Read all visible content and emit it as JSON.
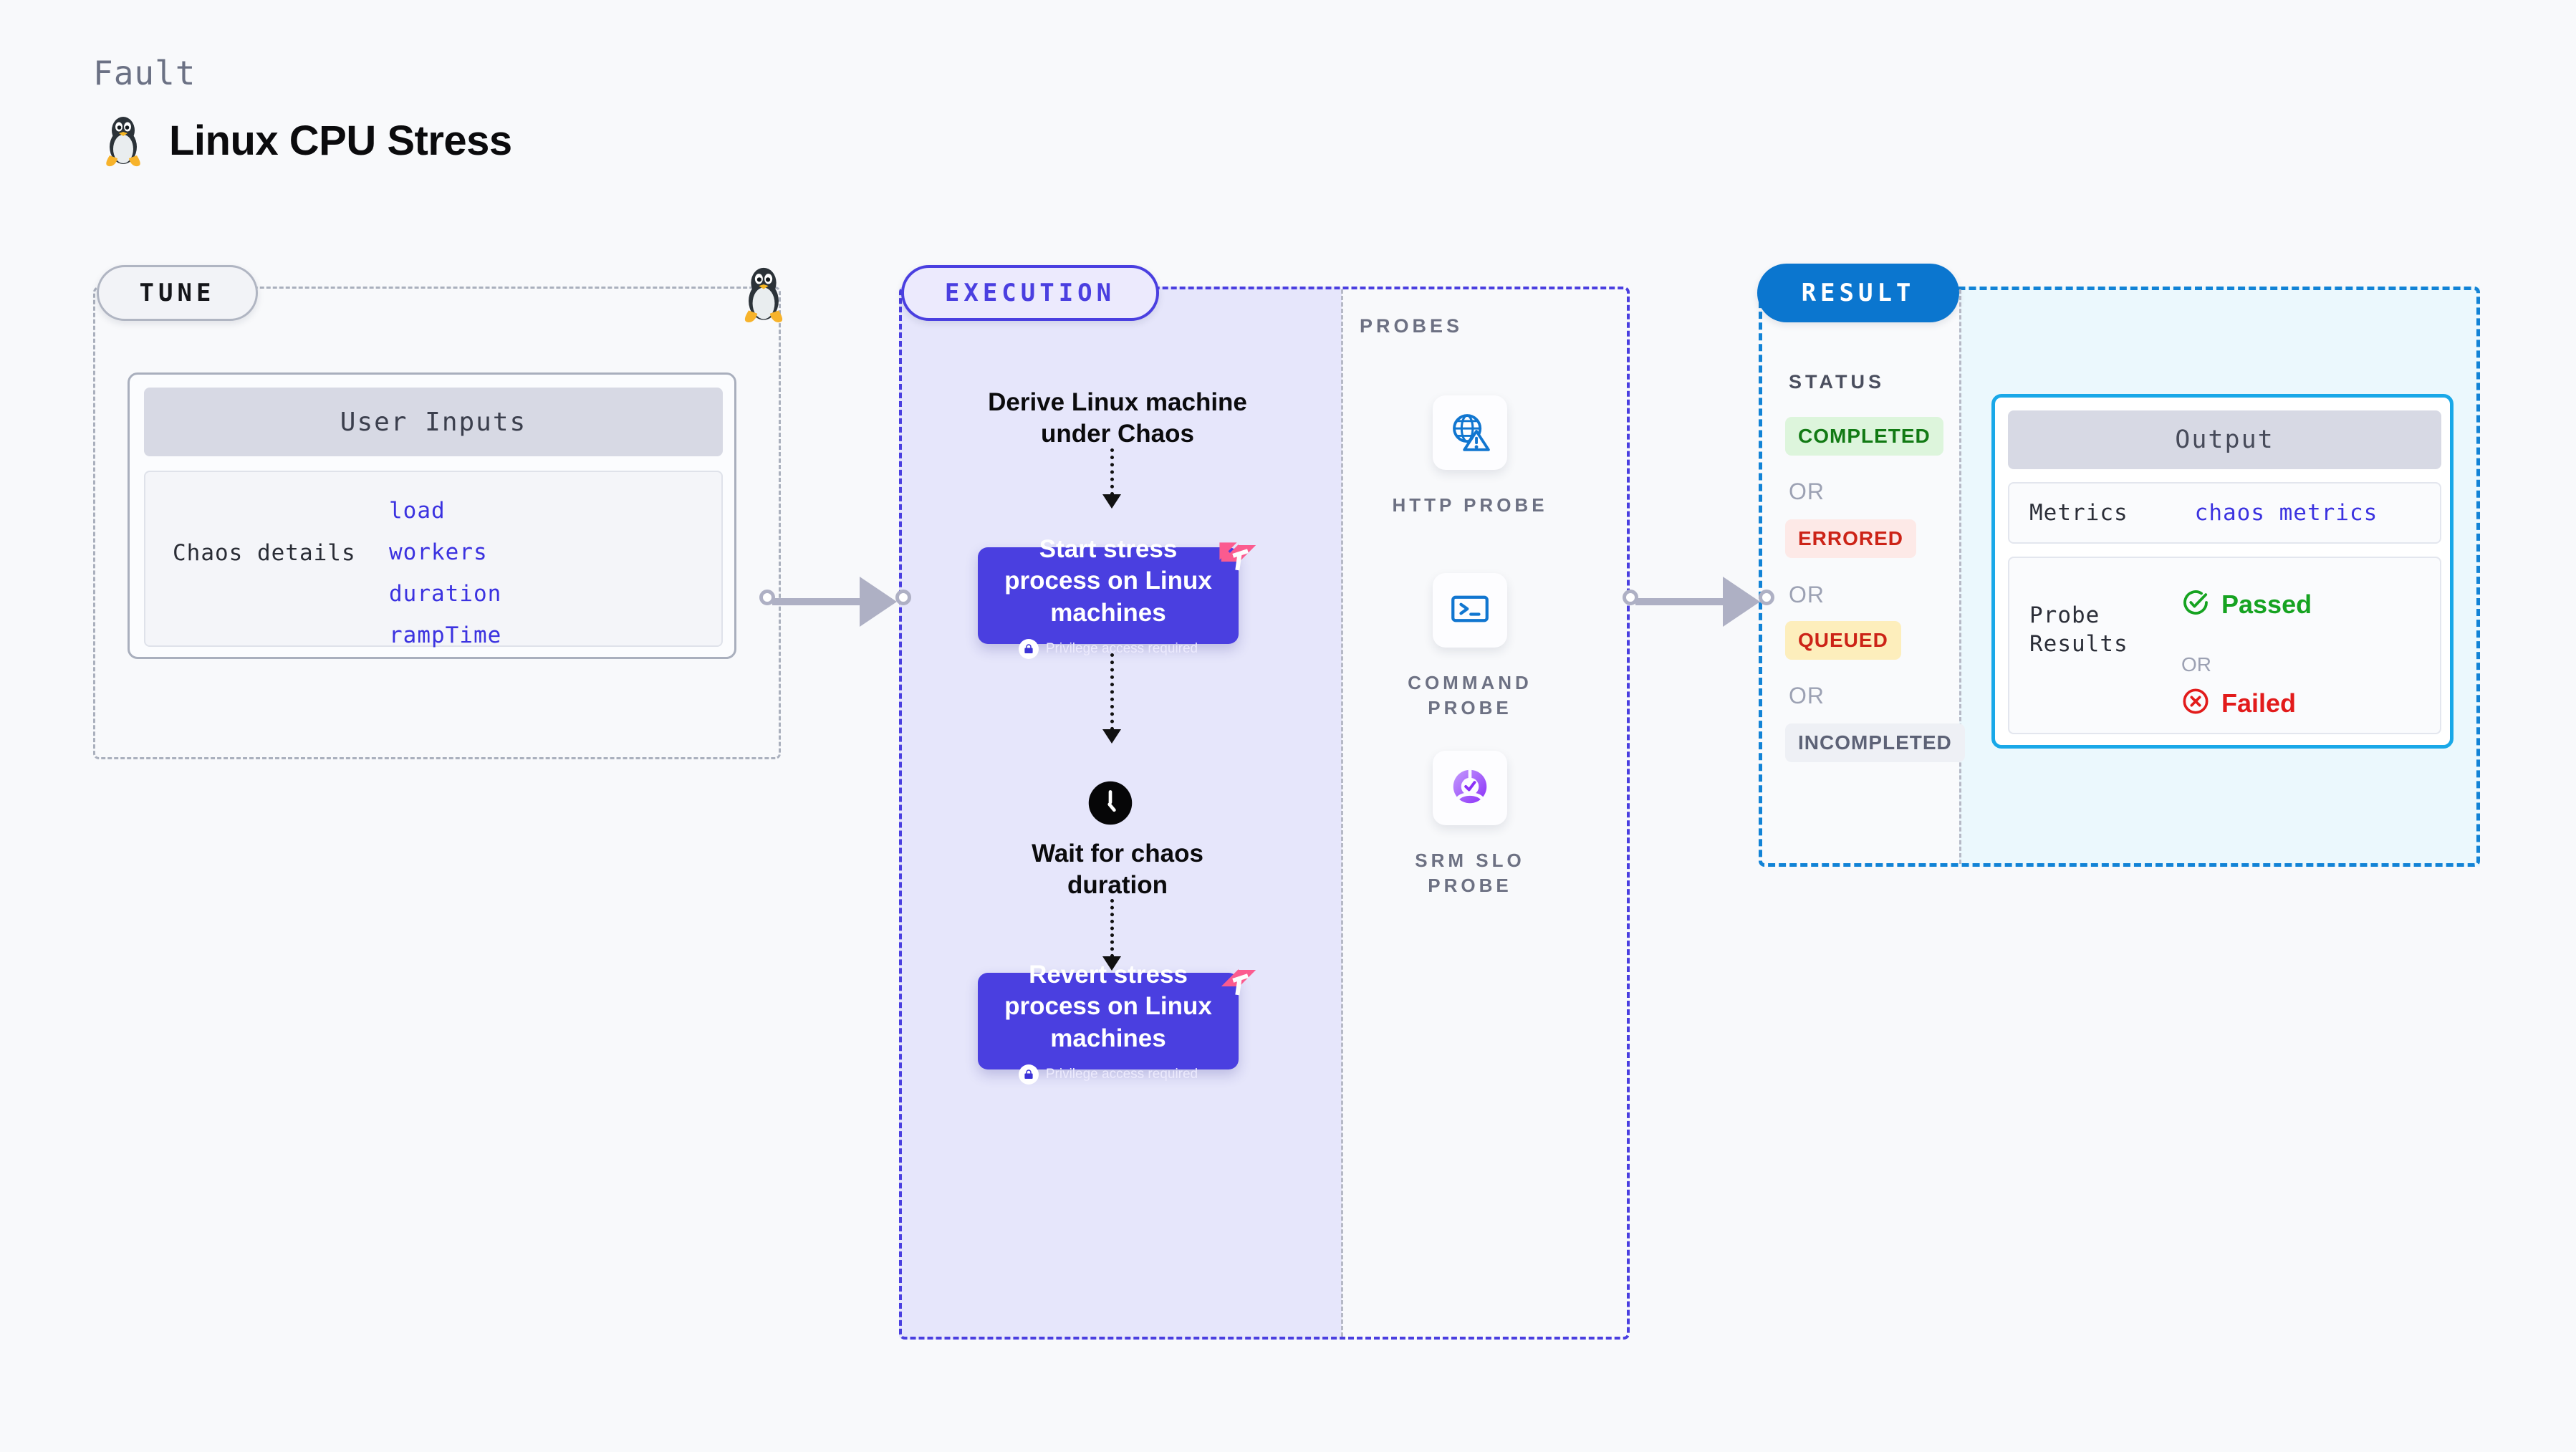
{
  "header": {
    "kicker": "Fault",
    "title": "Linux CPU Stress",
    "icon": "linux-penguin-icon"
  },
  "tune": {
    "pill_label": "TUNE",
    "linux_icon": "linux-penguin-icon",
    "card": {
      "header": "User Inputs",
      "group_label": "Chaos details",
      "params": [
        "load",
        "workers",
        "duration",
        "rampTime"
      ]
    }
  },
  "execution": {
    "pill_label": "EXECUTION",
    "steps": [
      {
        "type": "text",
        "label": "Derive Linux machine\nunder Chaos"
      },
      {
        "type": "task",
        "title": "Start stress\nprocess on Linux\nmachines",
        "note": "Privilege access required",
        "badge": "harness-logo-icon",
        "lock": "lock-icon"
      },
      {
        "type": "wait",
        "icon": "clock-icon",
        "label": "Wait for chaos\nduration"
      },
      {
        "type": "task",
        "title": "Revert stress\nprocess on Linux\nmachines",
        "note": "Privilege access required",
        "badge": "harness-logo-icon",
        "lock": "lock-icon"
      }
    ]
  },
  "probes": {
    "section_label": "PROBES",
    "items": [
      {
        "label": "HTTP PROBE",
        "icon": "globe-warning-icon"
      },
      {
        "label": "COMMAND PROBE",
        "icon": "terminal-icon"
      },
      {
        "label": "SRM SLO PROBE",
        "icon": "slo-check-icon"
      }
    ]
  },
  "result": {
    "pill_label": "RESULT",
    "status_label": "STATUS",
    "or_label": "OR",
    "statuses": [
      {
        "label": "COMPLETED",
        "bg": "#ddf5dc",
        "fg": "#127a14"
      },
      {
        "label": "ERRORED",
        "bg": "#fde9e7",
        "fg": "#cc2317"
      },
      {
        "label": "QUEUED",
        "bg": "#fdeebc",
        "fg": "#cc2317"
      },
      {
        "label": "INCOMPLETED",
        "bg": "#eef0f5",
        "fg": "#5d6276"
      }
    ],
    "output": {
      "header": "Output",
      "metrics_key": "Metrics",
      "metrics_value": "chaos metrics",
      "probe_results_key": "Probe\nResults",
      "passed_label": "Passed",
      "failed_label": "Failed",
      "or_label": "OR",
      "passed_icon": "check-circle-icon",
      "failed_icon": "x-circle-icon"
    }
  },
  "connectors": [
    {
      "name": "tune-to-execution"
    },
    {
      "name": "probes-to-result"
    }
  ],
  "colors": {
    "execution_accent": "#4a3fe0",
    "result_accent": "#1283d6",
    "output_accent": "#19a8e8",
    "param_text": "#3b32e0",
    "harness_pink": "#fb5b8f",
    "probe_blue": "#1176d0",
    "slo_purple": "#9b4dfb",
    "passed_green": "#16a321",
    "failed_red": "#e21b1b"
  }
}
